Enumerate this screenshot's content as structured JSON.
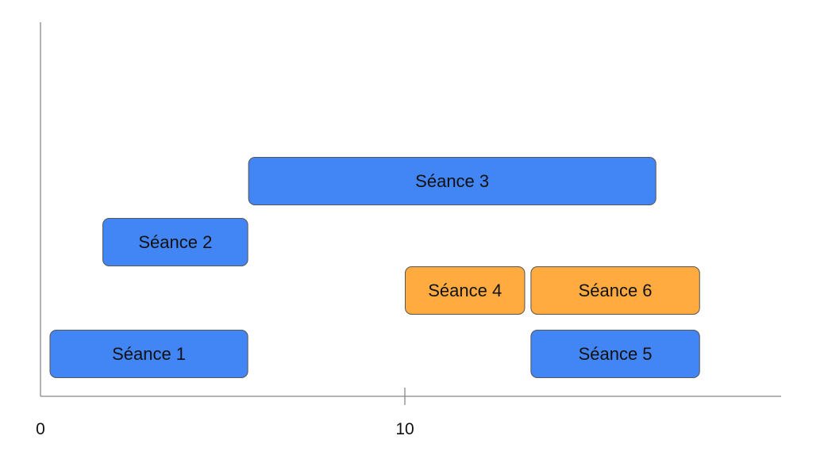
{
  "chart_data": {
    "type": "timeline",
    "x_axis": {
      "min": 0,
      "max": 20.3,
      "ticks": [
        {
          "value": 0,
          "label": "0"
        },
        {
          "value": 10,
          "label": "10"
        }
      ]
    },
    "sessions": [
      {
        "label": "Séance 1",
        "start": 0.25,
        "end": 5.7,
        "row": 0,
        "group": "blue"
      },
      {
        "label": "Séance 2",
        "start": 1.7,
        "end": 5.7,
        "row": 2,
        "group": "blue"
      },
      {
        "label": "Séance 3",
        "start": 5.7,
        "end": 16.9,
        "row": 3,
        "group": "blue"
      },
      {
        "label": "Séance 4",
        "start": 10.0,
        "end": 13.3,
        "row": 1,
        "group": "orange"
      },
      {
        "label": "Séance 5",
        "start": 13.45,
        "end": 18.1,
        "row": 0,
        "group": "blue"
      },
      {
        "label": "Séance 6",
        "start": 13.45,
        "end": 18.1,
        "row": 1,
        "group": "orange"
      }
    ],
    "colors": {
      "blue": "#4285f4",
      "orange": "#ffab40",
      "border": "#555555",
      "axis": "#888888"
    }
  }
}
